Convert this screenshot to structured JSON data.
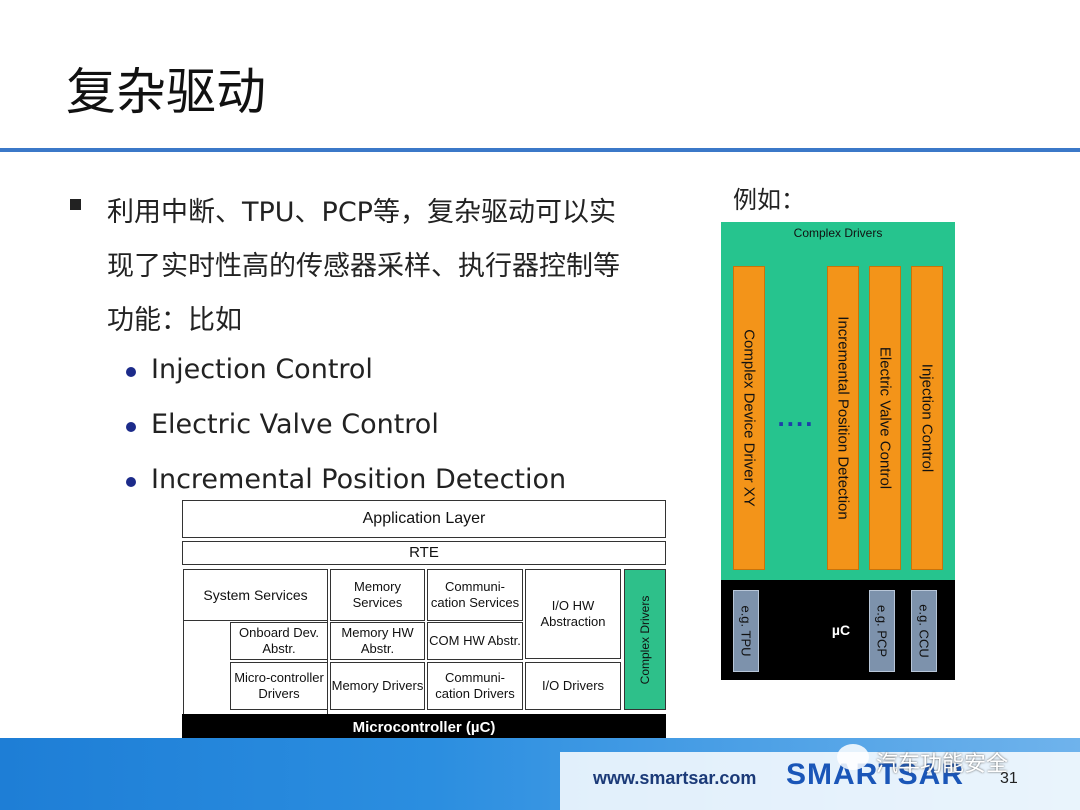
{
  "slide": {
    "title": "复杂驱动",
    "main_bullet": "利用中断、TPU、PCP等，复杂驱动可以实现了实时性高的传感器采样、执行器控制等功能：比如",
    "sub_bullets": [
      "Injection Control",
      "Electric Valve Control",
      "Incremental Position Detection"
    ],
    "page_number": "31"
  },
  "architecture": {
    "application_layer": "Application Layer",
    "rte": "RTE",
    "system_services": "System Services",
    "memory_services": "Memory Services",
    "communication_services": "Communi-cation Services",
    "io_hw_abstraction": "I/O HW Abstraction",
    "complex_drivers": "Complex Drivers",
    "onboard_dev_abstr": "Onboard Dev. Abstr.",
    "memory_hw_abstr": "Memory HW Abstr.",
    "com_hw_abstr": "COM HW Abstr.",
    "microcontroller_drivers": "Micro-controller Drivers",
    "memory_drivers": "Memory Drivers",
    "communication_drivers": "Communi-cation Drivers",
    "io_drivers": "I/O Drivers",
    "microcontroller": "Microcontroller (µC)"
  },
  "example": {
    "label": "例如：",
    "header": "Complex Drivers",
    "columns": [
      "Complex Device Driver XY",
      "Incremental Position Detection",
      "Electric Valve Control",
      "Injection Control"
    ],
    "ellipsis": "....",
    "uc_label": "µC",
    "hw_units": [
      "e.g. TPU",
      "e.g. PCP",
      "e.g. CCU"
    ]
  },
  "footer": {
    "url": "www.smartsar.com",
    "logo": "SMARTSAR",
    "watermark": "汽车功能安全"
  },
  "colors": {
    "title_rule": "#3b78c8",
    "complex_green": "#2ec08a",
    "driver_orange": "#f39419",
    "footer_blue": "#1e7ed6"
  }
}
